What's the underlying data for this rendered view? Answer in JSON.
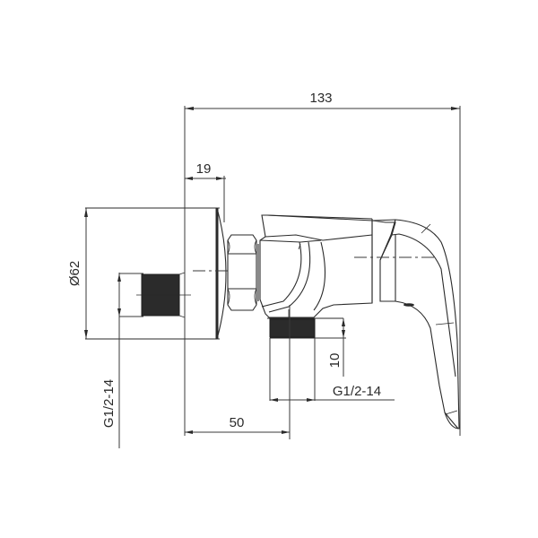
{
  "drawing": {
    "subject": "shower mixer valve dimension drawing",
    "units": "mm",
    "line_color": "#2a2a2a",
    "background": "#ffffff"
  },
  "dimensions": {
    "overall_length": "133",
    "wall_flange_depth": "19",
    "flange_diameter": "Ø62",
    "inlet_thread": "G1/2-14",
    "outlet_thread": "G1/2-14",
    "outlet_thread_length": "10",
    "outlet_offset": "50"
  }
}
